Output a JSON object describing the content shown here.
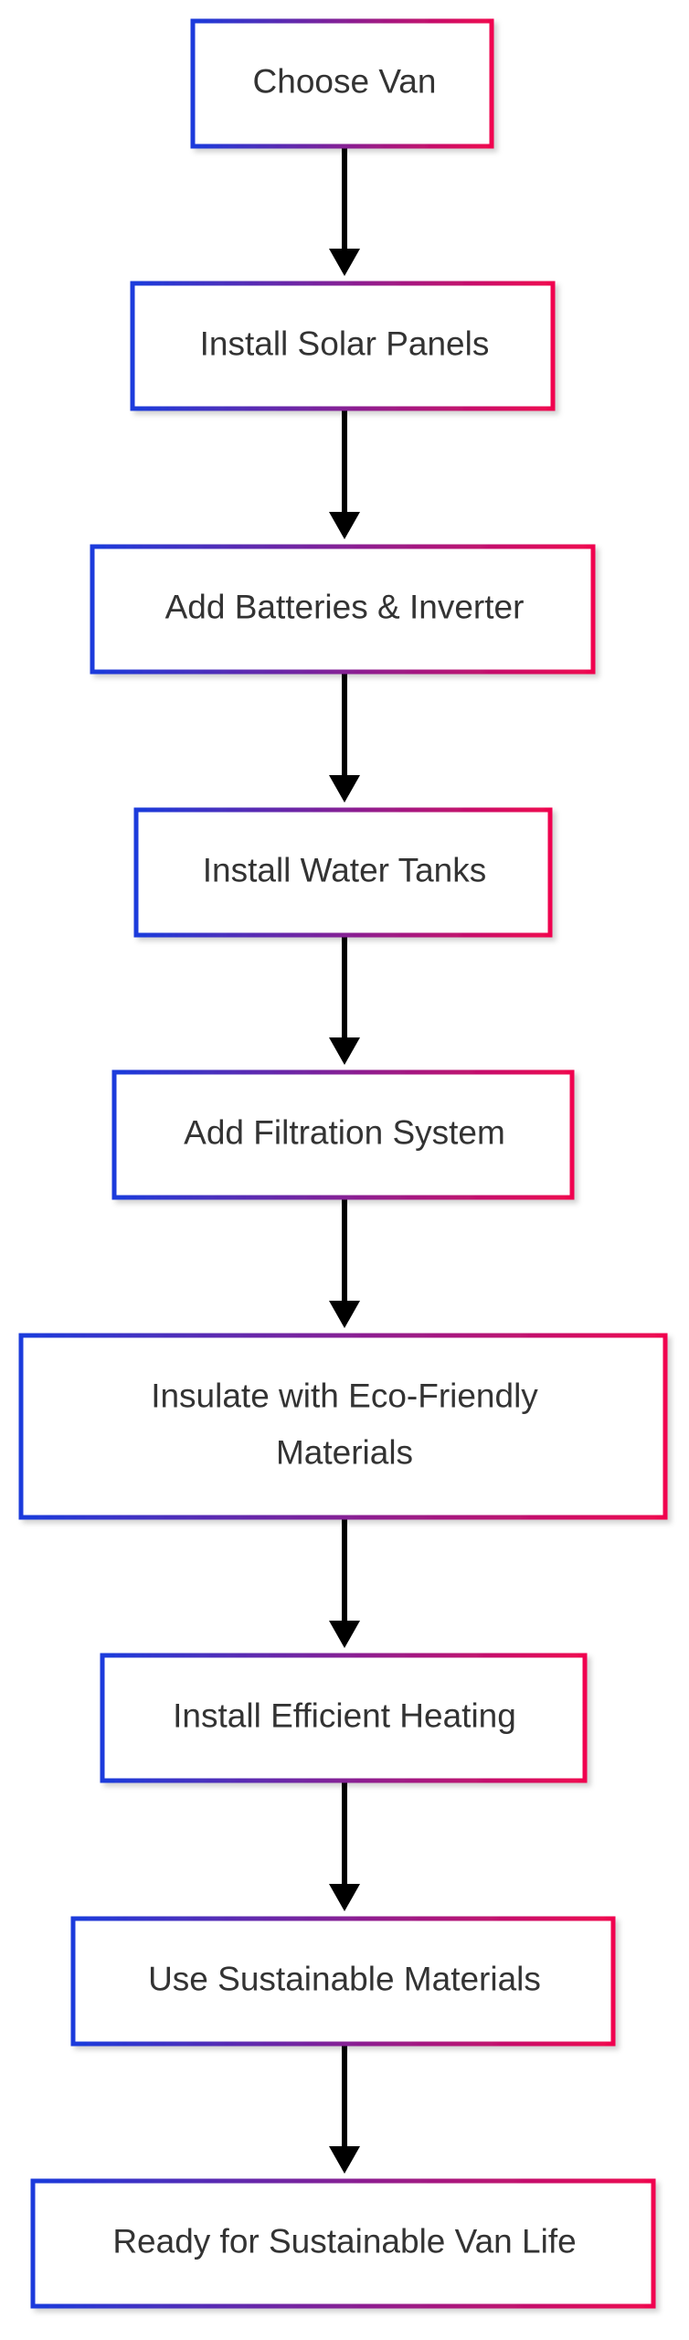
{
  "diagram": {
    "type": "flowchart",
    "direction": "top-to-bottom",
    "colors": {
      "border_gradient_start": "#1a3bdc",
      "border_gradient_end": "#f0064f",
      "node_fill": "#ffffff",
      "text": "#333333",
      "arrow": "#000000"
    },
    "nodes": [
      {
        "id": "n1",
        "lines": [
          "Choose Van"
        ]
      },
      {
        "id": "n2",
        "lines": [
          "Install Solar Panels"
        ]
      },
      {
        "id": "n3",
        "lines": [
          "Add Batteries & Inverter"
        ]
      },
      {
        "id": "n4",
        "lines": [
          "Install Water Tanks"
        ]
      },
      {
        "id": "n5",
        "lines": [
          "Add Filtration System"
        ]
      },
      {
        "id": "n6",
        "lines": [
          "Insulate with Eco-Friendly",
          "Materials"
        ]
      },
      {
        "id": "n7",
        "lines": [
          "Install Efficient Heating"
        ]
      },
      {
        "id": "n8",
        "lines": [
          "Use Sustainable Materials"
        ]
      },
      {
        "id": "n9",
        "lines": [
          "Ready for Sustainable Van Life"
        ]
      }
    ],
    "edges": [
      {
        "from": "n1",
        "to": "n2"
      },
      {
        "from": "n2",
        "to": "n3"
      },
      {
        "from": "n3",
        "to": "n4"
      },
      {
        "from": "n4",
        "to": "n5"
      },
      {
        "from": "n5",
        "to": "n6"
      },
      {
        "from": "n6",
        "to": "n7"
      },
      {
        "from": "n7",
        "to": "n8"
      },
      {
        "from": "n8",
        "to": "n9"
      }
    ]
  }
}
